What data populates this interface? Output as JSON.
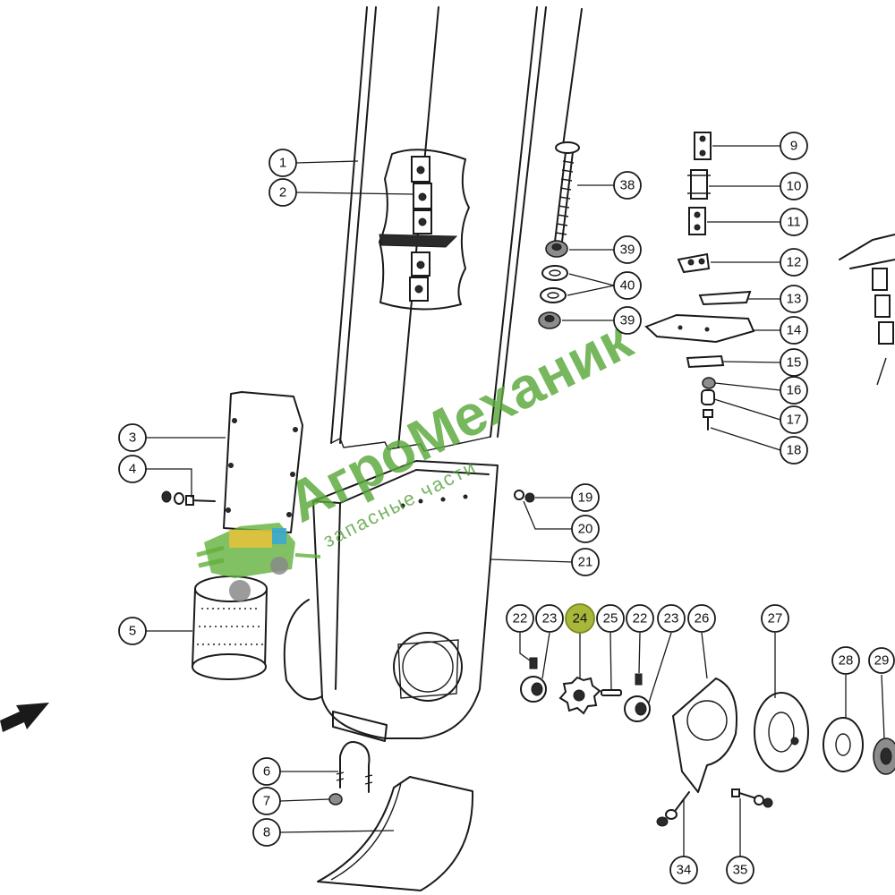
{
  "colors": {
    "line": "#1a1a1a",
    "highlight": "#a8b73a",
    "watermark": "#5aa83a"
  },
  "watermark": {
    "brand": "АгроМеханик",
    "subtitle": "запасные части"
  },
  "callouts": [
    {
      "id": "c1",
      "label": "1"
    },
    {
      "id": "c2",
      "label": "2"
    },
    {
      "id": "c3",
      "label": "3"
    },
    {
      "id": "c4",
      "label": "4"
    },
    {
      "id": "c5",
      "label": "5"
    },
    {
      "id": "c6",
      "label": "6"
    },
    {
      "id": "c7",
      "label": "7"
    },
    {
      "id": "c8",
      "label": "8"
    },
    {
      "id": "c9",
      "label": "9"
    },
    {
      "id": "c10",
      "label": "10"
    },
    {
      "id": "c11",
      "label": "11"
    },
    {
      "id": "c12",
      "label": "12"
    },
    {
      "id": "c13",
      "label": "13"
    },
    {
      "id": "c14",
      "label": "14"
    },
    {
      "id": "c15",
      "label": "15"
    },
    {
      "id": "c16",
      "label": "16"
    },
    {
      "id": "c17",
      "label": "17"
    },
    {
      "id": "c18",
      "label": "18"
    },
    {
      "id": "c19",
      "label": "19"
    },
    {
      "id": "c20",
      "label": "20"
    },
    {
      "id": "c21",
      "label": "21"
    },
    {
      "id": "c22a",
      "label": "22"
    },
    {
      "id": "c23a",
      "label": "23"
    },
    {
      "id": "c24",
      "label": "24",
      "highlighted": true
    },
    {
      "id": "c25",
      "label": "25"
    },
    {
      "id": "c22b",
      "label": "22"
    },
    {
      "id": "c23b",
      "label": "23"
    },
    {
      "id": "c26",
      "label": "26"
    },
    {
      "id": "c27",
      "label": "27"
    },
    {
      "id": "c28",
      "label": "28"
    },
    {
      "id": "c29",
      "label": "29"
    },
    {
      "id": "c34",
      "label": "34"
    },
    {
      "id": "c35",
      "label": "35"
    },
    {
      "id": "c38",
      "label": "38"
    },
    {
      "id": "c39a",
      "label": "39"
    },
    {
      "id": "c40",
      "label": "40"
    },
    {
      "id": "c39b",
      "label": "39"
    }
  ]
}
